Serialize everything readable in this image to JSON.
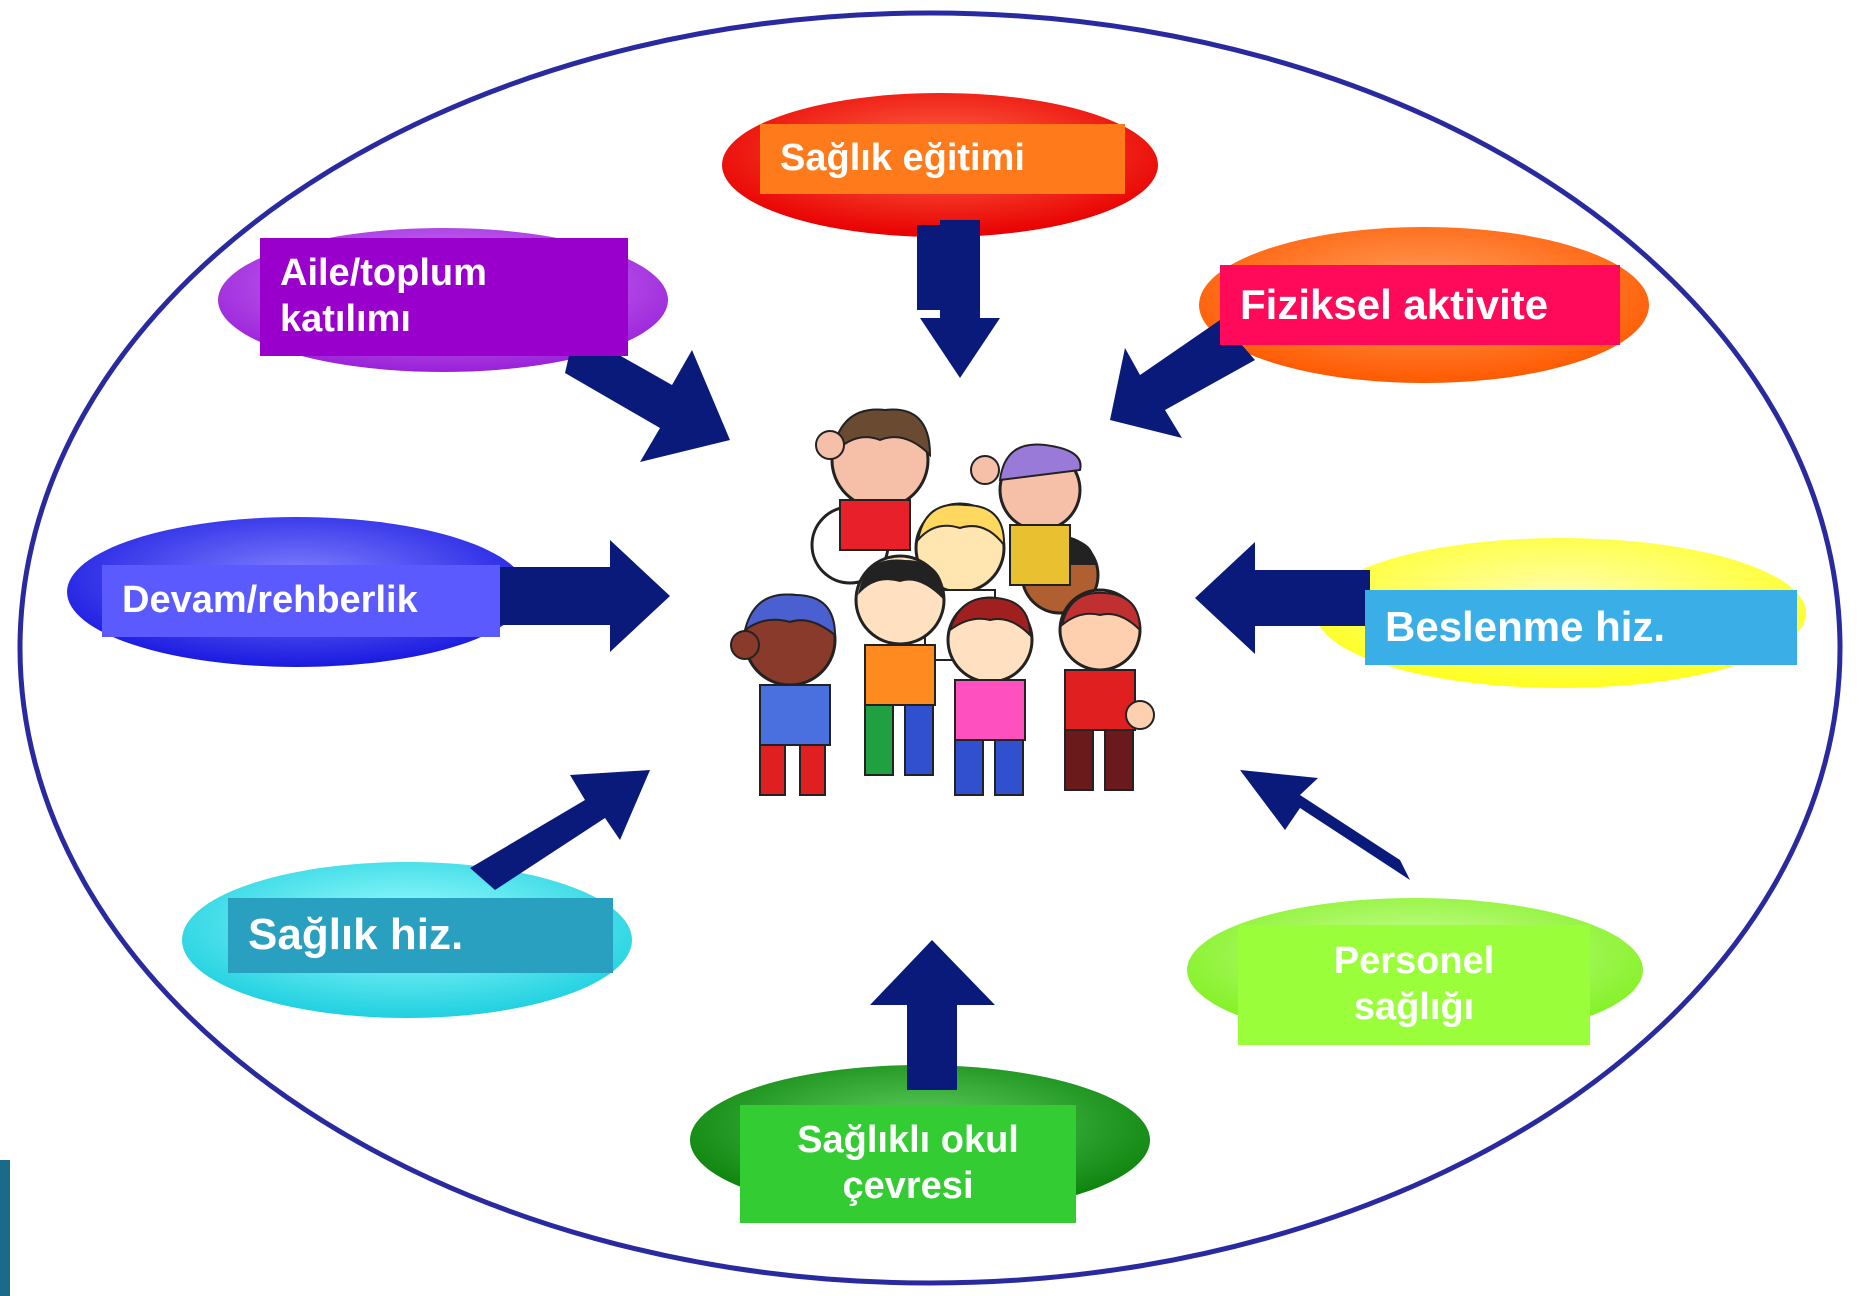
{
  "diagram": {
    "nodes": [
      {
        "id": "saglik-egitimi",
        "label": "Sağlık eğitimi",
        "ellipse_color": "#ff1f1f",
        "box_color": "#ff7a1a"
      },
      {
        "id": "aile-toplum",
        "label": "Aile/toplum katılımı",
        "ellipse_color": "#b340e8",
        "box_color": "#9a00cc"
      },
      {
        "id": "fiziksel-aktivite",
        "label": "Fiziksel aktivite",
        "ellipse_color": "#ff6a1a",
        "box_color": "#ff0a5a"
      },
      {
        "id": "devam-rehberlik",
        "label": "Devam/rehberlik",
        "ellipse_color": "#3a3af0",
        "box_color": "#5a5aff"
      },
      {
        "id": "beslenme",
        "label": "Beslenme hiz.",
        "ellipse_color": "#ffff3a",
        "box_color": "#3aaee6"
      },
      {
        "id": "saglik-hiz",
        "label": "Sağlık hiz.",
        "ellipse_color": "#3ee0e0",
        "box_color": "#2aa0c0"
      },
      {
        "id": "personel-sagligi",
        "label": "Personel sağlığı",
        "ellipse_color": "#9aff3a",
        "box_color": "#9aff3a"
      },
      {
        "id": "saglikli-okul",
        "label": "Sağlıklı okul çevresi",
        "ellipse_color": "#1a9a1a",
        "box_color": "#33cc33"
      }
    ],
    "arrow_color": "#0a1a7a",
    "outer_ellipse_color": "#2a2aa0",
    "center_image": "group-of-children-cartoon"
  }
}
